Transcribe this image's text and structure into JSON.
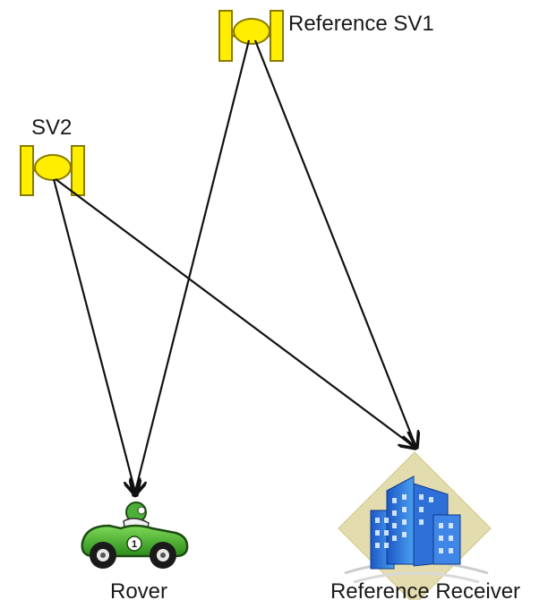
{
  "labels": {
    "sv1": "Reference SV1",
    "sv2": "SV2",
    "rover": "Rover",
    "receiver": "Reference Receiver"
  },
  "car_number": "1",
  "colors": {
    "satellite_body": "#ffee00",
    "satellite_panel": "#ffee00",
    "satellite_outline": "#8a7a00",
    "arrow": "#111111",
    "car_body": "#3fae2a",
    "building": "#2f6fd8",
    "building_backdrop": "#e3dcae"
  },
  "icons": [
    "satellite-icon",
    "car-icon",
    "building-icon"
  ]
}
